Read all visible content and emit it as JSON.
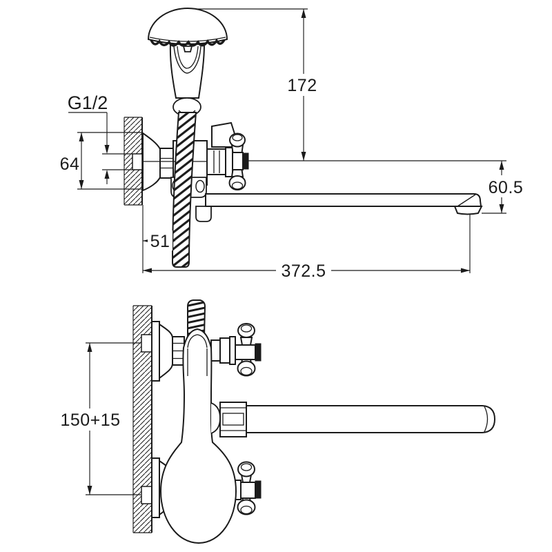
{
  "drawing": {
    "colors": {
      "line": "#1b1b1b",
      "background": "#ffffff"
    },
    "views": {
      "side": {
        "dims": {
          "thread_label": "G1/2",
          "escutcheon_height": "64",
          "head_to_axis_height": "172",
          "spout_drop": "60.5",
          "wall_to_hose_offset": "51",
          "spout_reach": "372.5"
        }
      },
      "front": {
        "dims": {
          "inlet_spacing": "150+15"
        }
      }
    }
  }
}
